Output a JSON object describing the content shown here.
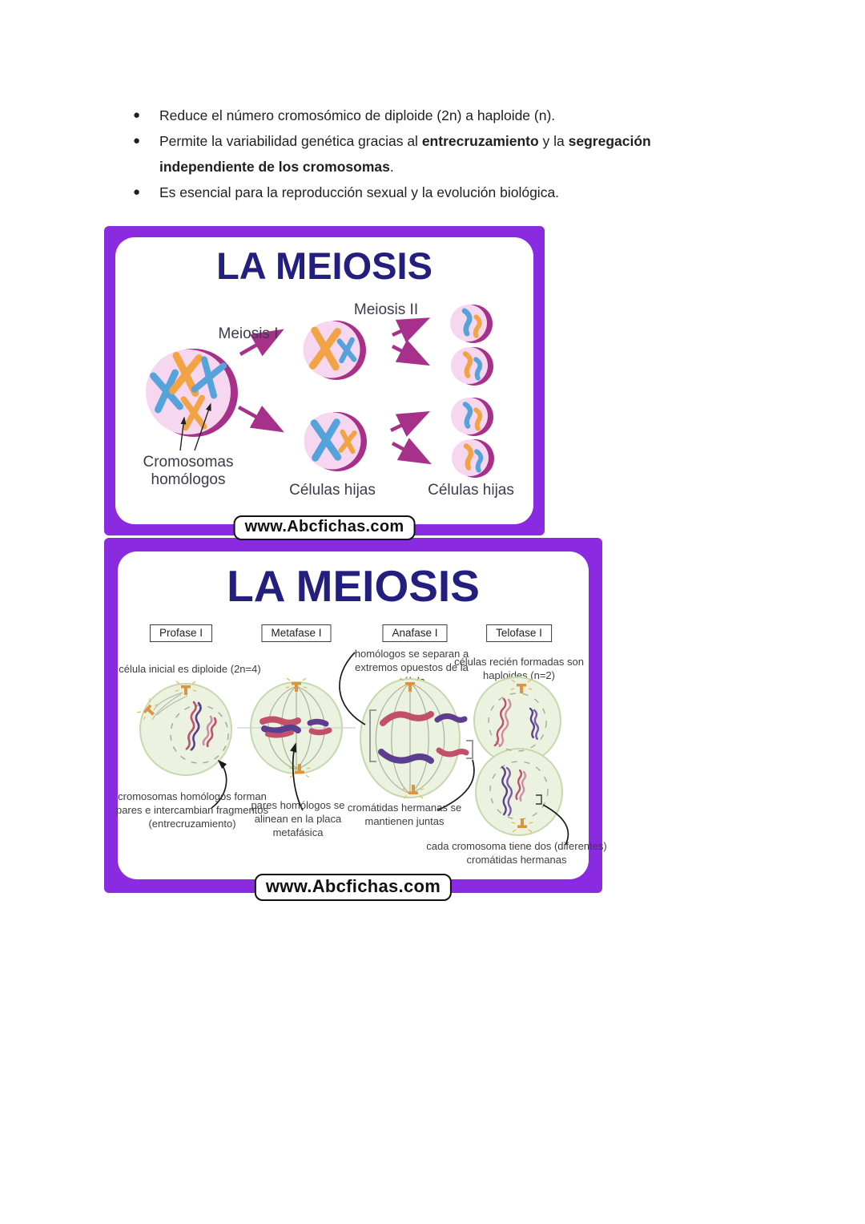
{
  "document": {
    "bullets": [
      {
        "parts": [
          {
            "t": "Reduce el número cromosómico de diploide (2n) a haploide (n)."
          }
        ]
      },
      {
        "parts": [
          {
            "t": "Permite la variabilidad genética gracias al "
          },
          {
            "t": "entrecruzamiento",
            "bold": true
          },
          {
            "t": " y la "
          },
          {
            "t": "segregación",
            "bold": true
          },
          {
            "t": "independiente de los cromosomas",
            "bold": true
          },
          {
            "t": "."
          }
        ]
      },
      {
        "parts": [
          {
            "t": "Es esencial para la reproducción sexual y la evolución biológica."
          }
        ]
      }
    ]
  },
  "infographic1": {
    "title": "LA MEIOSIS",
    "labels": {
      "meiosis_i": "Meiosis I",
      "meiosis_ii": "Meiosis II",
      "homologous_line1": "Cromosomas",
      "homologous_line2": "homólogos",
      "daughter_cells_left": "Células hijas",
      "daughter_cells_right": "Células hijas"
    },
    "watermark": "www.Abcfichas.com"
  },
  "infographic2": {
    "title": "LA MEIOSIS",
    "phases": [
      "Profase I",
      "Metafase I",
      "Anafase I",
      "Telofase I"
    ],
    "annotations": {
      "prophase_top": "célula inicial es diploide (2n=4)",
      "anaphase_top": "homólogos se separan a extremos opuestos de la célula",
      "telophase_top": "células recién formadas son haploides (n=2)",
      "prophase_bottom": "cromosomas homólogos forman pares e intercambian fragmentos (entrecruzamiento)",
      "metaphase_bottom": "pares homólogos se alinean en la placa metafásica",
      "anaphase_bottom": "cromátidas hermanas se mantienen juntas",
      "telophase_bottom": "cada cromosoma tiene dos (diferentes) cromátidas hermanas"
    },
    "watermark": "www.Abcfichas.com"
  },
  "colors": {
    "card_border_purple": "#8A2BE2",
    "title_navy": "#221F7E",
    "arrow_magenta": "#A6308A",
    "cell_pink": "#F7D7F0",
    "chromosome_blue": "#56A3DB",
    "chromosome_orange": "#F2A444",
    "cell_green": "#EBF2DF",
    "chromatid_red": "#C2506A",
    "chromatid_purple": "#5D3D8F",
    "centriole_orange": "#DD9440"
  }
}
